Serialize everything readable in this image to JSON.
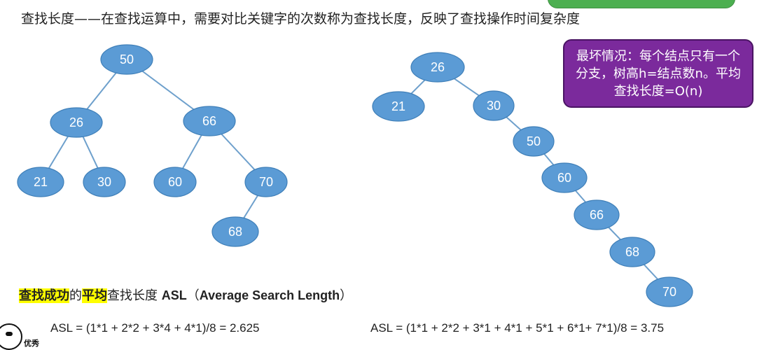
{
  "title": "查找长度——在查找运算中，需要对比关键字的次数称为查找长度，反映了查找操作时间复杂度",
  "callout": "最坏情况：每个结点只有一个分支，树高h=结点数n。平均查找长度=O(n)",
  "asl_heading": {
    "part1": "查找成功",
    "part2": "的",
    "part3": "平均",
    "part4": "查找长度 ",
    "part5": "ASL",
    "part6": "（",
    "part7": "Average Search Length",
    "part8": "）"
  },
  "formula_left": "ASL = (1*1 + 2*2 + 3*4 + 4*1)/8 = 2.625",
  "formula_right": "ASL = (1*1 + 2*2 + 3*1 + 4*1 + 5*1 + 6*1+  7*1)/8 = 3.75",
  "avatar_label": "优秀",
  "colors": {
    "node": "#5b9bd5",
    "callout": "#7b2a9c",
    "highlight": "#ffff00"
  },
  "trees": {
    "balanced": {
      "nodes": [
        "50",
        "26",
        "66",
        "21",
        "30",
        "60",
        "70",
        "68"
      ]
    },
    "skewed": {
      "nodes": [
        "26",
        "21",
        "30",
        "50",
        "60",
        "66",
        "68",
        "70"
      ]
    }
  }
}
